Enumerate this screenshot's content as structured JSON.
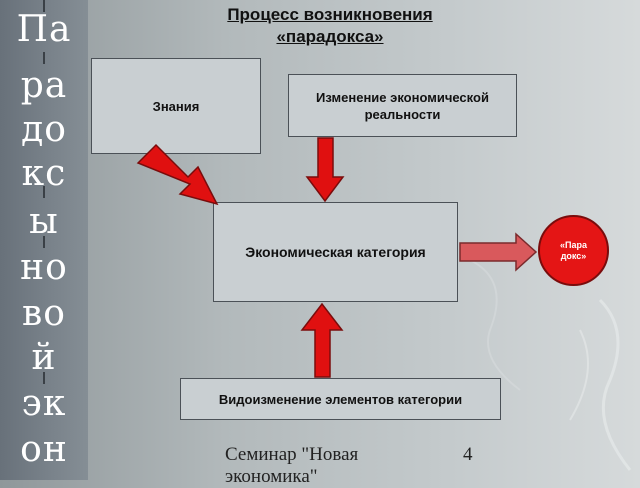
{
  "sidebar": {
    "rows": [
      "Па",
      "ра",
      "до",
      "кс",
      "ы",
      "но",
      "во",
      "й",
      "эк",
      "он"
    ]
  },
  "title": {
    "line1": "Процесс возникновения",
    "line2": "«парадокса»"
  },
  "diagram": {
    "knowledge": "Знания",
    "change": "Изменение экономической реальности",
    "category": "Экономическая категория",
    "modification": "Видоизменение элементов категории",
    "paradox_line1": "«Пара",
    "paradox_line2": "докс»"
  },
  "footer": {
    "text": "Семинар \"Новая экономика\"",
    "page_number": "4"
  },
  "colors": {
    "arrow_red": "#e01010",
    "arrow_pink": "#d9595c",
    "box_fill": "#c9cfd2",
    "sidebar": "#727b83"
  }
}
